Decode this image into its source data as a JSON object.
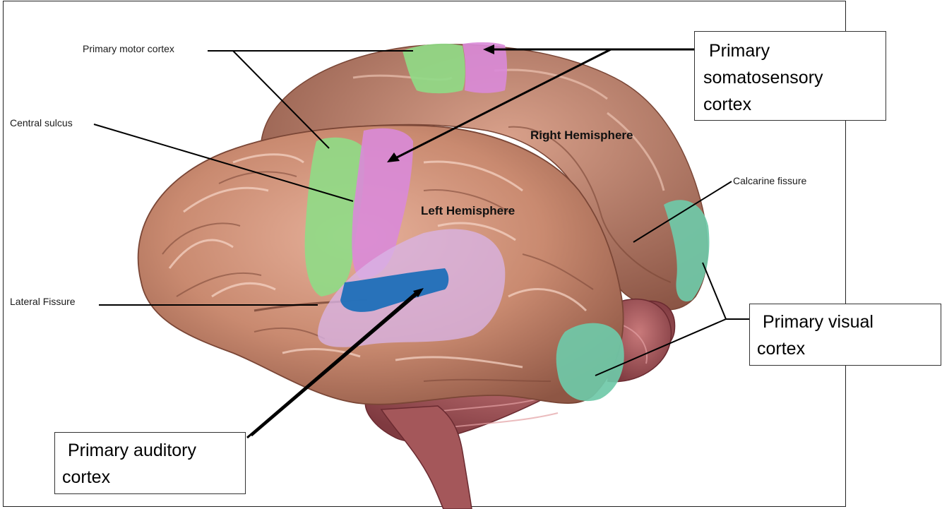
{
  "labels": {
    "primary_motor_cortex": "Primary motor cortex",
    "central_sulcus": "Central sulcus",
    "lateral_fissure": "Lateral Fissure",
    "calcarine_fissure": "Calcarine fissure",
    "right_hemisphere": "Right Hemisphere",
    "left_hemisphere": "Left Hemisphere"
  },
  "callouts": {
    "somatosensory": {
      "line1": "Primary",
      "line2": "somatosensory",
      "line3": "cortex"
    },
    "visual": {
      "line1": "Primary visual",
      "line2": "cortex"
    },
    "auditory": {
      "line1": "Primary auditory",
      "line2": "cortex"
    }
  },
  "colors": {
    "brain_tissue": "#c98a70",
    "motor_cortex": "#8fdc86",
    "somatosensory_cortex": "#d98ad8",
    "visual_cortex": "#6fc9a8",
    "auditory_cortex": "#1f6fb8",
    "auditory_association": "#d9b3e6",
    "cerebellum": "#a9555a"
  }
}
